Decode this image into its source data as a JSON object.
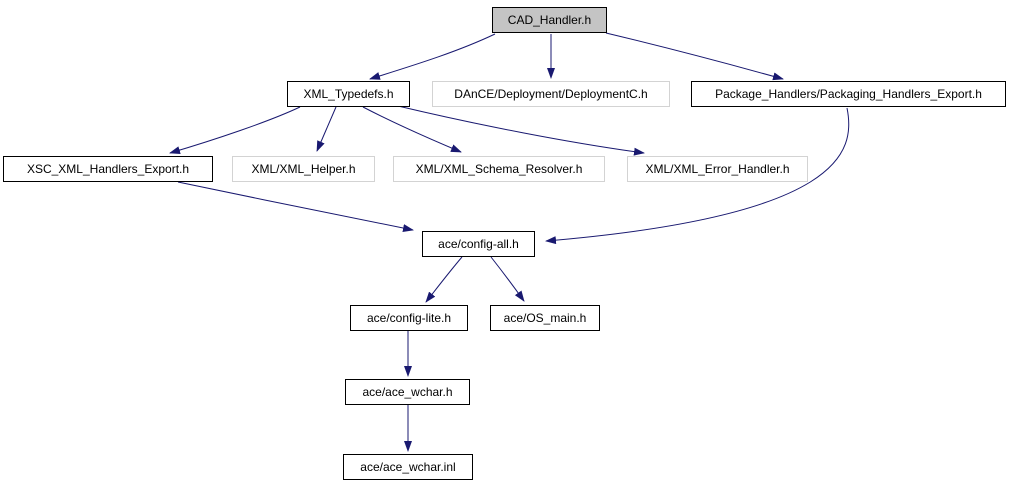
{
  "diagram": {
    "type": "include-dependency-graph",
    "root": "CAD_Handler.h",
    "colors": {
      "background": "#ffffff",
      "edge": "#191970",
      "node_border": "#000000",
      "muted_node_border": "#d3d3d3",
      "root_node_fill": "#c4c4c4",
      "text": "#000000"
    },
    "nodes": [
      {
        "id": "cad_handler",
        "label": "CAD_Handler.h",
        "style": "root"
      },
      {
        "id": "xml_typedefs",
        "label": "XML_Typedefs.h",
        "style": "solid"
      },
      {
        "id": "deploymentc",
        "label": "DAnCE/Deployment/DeploymentC.h",
        "style": "muted"
      },
      {
        "id": "pkg_export",
        "label": "Package_Handlers/Packaging_Handlers_Export.h",
        "style": "solid"
      },
      {
        "id": "xsc_export",
        "label": "XSC_XML_Handlers_Export.h",
        "style": "solid"
      },
      {
        "id": "xml_helper",
        "label": "XML/XML_Helper.h",
        "style": "muted"
      },
      {
        "id": "xml_schema",
        "label": "XML/XML_Schema_Resolver.h",
        "style": "muted"
      },
      {
        "id": "xml_error",
        "label": "XML/XML_Error_Handler.h",
        "style": "muted"
      },
      {
        "id": "config_all",
        "label": "ace/config-all.h",
        "style": "solid"
      },
      {
        "id": "config_lite",
        "label": "ace/config-lite.h",
        "style": "solid"
      },
      {
        "id": "os_main",
        "label": "ace/OS_main.h",
        "style": "solid"
      },
      {
        "id": "ace_wchar_h",
        "label": "ace/ace_wchar.h",
        "style": "solid"
      },
      {
        "id": "ace_wchar_inl",
        "label": "ace/ace_wchar.inl",
        "style": "solid"
      }
    ],
    "edges": [
      {
        "from": "cad_handler",
        "to": "xml_typedefs"
      },
      {
        "from": "cad_handler",
        "to": "deploymentc"
      },
      {
        "from": "cad_handler",
        "to": "pkg_export"
      },
      {
        "from": "xml_typedefs",
        "to": "xsc_export"
      },
      {
        "from": "xml_typedefs",
        "to": "xml_helper"
      },
      {
        "from": "xml_typedefs",
        "to": "xml_schema"
      },
      {
        "from": "xml_typedefs",
        "to": "xml_error"
      },
      {
        "from": "xsc_export",
        "to": "config_all"
      },
      {
        "from": "pkg_export",
        "to": "config_all"
      },
      {
        "from": "config_all",
        "to": "config_lite"
      },
      {
        "from": "config_all",
        "to": "os_main"
      },
      {
        "from": "config_lite",
        "to": "ace_wchar_h"
      },
      {
        "from": "ace_wchar_h",
        "to": "ace_wchar_inl"
      }
    ]
  }
}
